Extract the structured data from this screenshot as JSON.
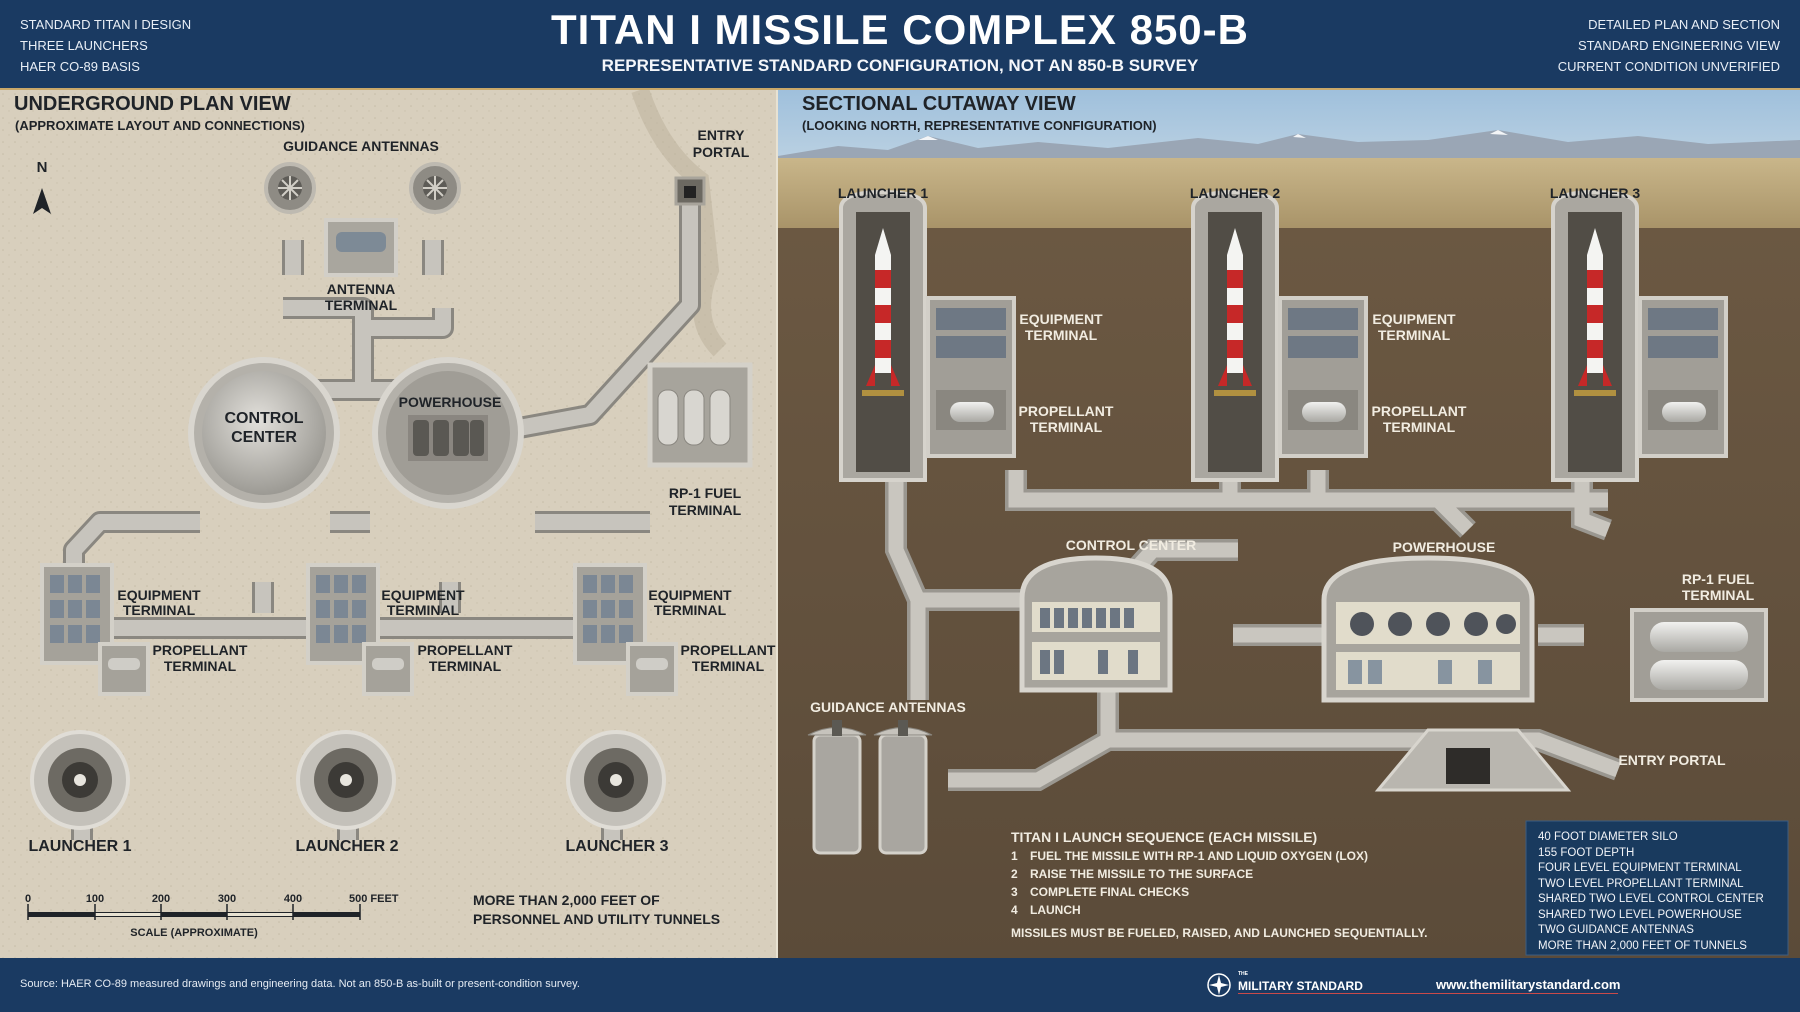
{
  "header": {
    "left_lines": [
      "STANDARD TITAN I DESIGN",
      "THREE LAUNCHERS",
      "HAER CO-89 BASIS"
    ],
    "title": "TITAN I MISSILE COMPLEX 850-B",
    "subtitle": "REPRESENTATIVE STANDARD CONFIGURATION, NOT AN 850-B SURVEY",
    "right_lines": [
      "DETAILED PLAN AND SECTION",
      "STANDARD ENGINEERING VIEW",
      "CURRENT CONDITION UNVERIFIED"
    ]
  },
  "plan": {
    "title": "UNDERGROUND PLAN VIEW",
    "subtitle": "(APPROXIMATE LAYOUT AND CONNECTIONS)",
    "north": "N",
    "labels": {
      "guidance_antennas": "GUIDANCE ANTENNAS",
      "entry_portal_1": "ENTRY",
      "entry_portal_2": "PORTAL",
      "antenna_terminal_1": "ANTENNA",
      "antenna_terminal_2": "TERMINAL",
      "control_center_1": "CONTROL",
      "control_center_2": "CENTER",
      "powerhouse": "POWERHOUSE",
      "rp1_1": "RP-1 FUEL",
      "rp1_2": "TERMINAL",
      "equipment_1": "EQUIPMENT",
      "equipment_2": "TERMINAL",
      "propellant_1": "PROPELLANT",
      "propellant_2": "TERMINAL",
      "launcher1": "LAUNCHER 1",
      "launcher2": "LAUNCHER 2",
      "launcher3": "LAUNCHER 3"
    },
    "scale": {
      "ticks": [
        "0",
        "100",
        "200",
        "300",
        "400",
        "500 FEET"
      ],
      "label": "SCALE (APPROXIMATE)"
    },
    "note_1": "MORE THAN 2,000 FEET OF",
    "note_2": "PERSONNEL AND UTILITY TUNNELS"
  },
  "section": {
    "title": "SECTIONAL CUTAWAY VIEW",
    "subtitle": "(LOOKING NORTH, REPRESENTATIVE CONFIGURATION)",
    "labels": {
      "launcher1": "LAUNCHER 1",
      "launcher2": "LAUNCHER 2",
      "launcher3": "LAUNCHER 3",
      "equipment_1": "EQUIPMENT",
      "equipment_2": "TERMINAL",
      "propellant_1": "PROPELLANT",
      "propellant_2": "TERMINAL",
      "control_center": "CONTROL CENTER",
      "powerhouse": "POWERHOUSE",
      "rp1_1": "RP-1 FUEL",
      "rp1_2": "TERMINAL",
      "guidance_antennas": "GUIDANCE ANTENNAS",
      "entry_portal": "ENTRY PORTAL"
    },
    "sequence": {
      "title": "TITAN I LAUNCH SEQUENCE (EACH MISSILE)",
      "steps": [
        {
          "n": "1",
          "text": "FUEL THE MISSILE WITH RP-1 AND LIQUID OXYGEN (LOX)"
        },
        {
          "n": "2",
          "text": "RAISE THE MISSILE TO THE SURFACE"
        },
        {
          "n": "3",
          "text": "COMPLETE FINAL CHECKS"
        },
        {
          "n": "4",
          "text": "LAUNCH"
        }
      ],
      "note": "MISSILES MUST BE FUELED, RAISED, AND LAUNCHED SEQUENTIALLY."
    },
    "facts": [
      "40 FOOT DIAMETER SILO",
      "155 FOOT DEPTH",
      "FOUR LEVEL EQUIPMENT TERMINAL",
      "TWO LEVEL PROPELLANT TERMINAL",
      "SHARED TWO LEVEL CONTROL CENTER",
      "SHARED TWO LEVEL POWERHOUSE",
      "TWO GUIDANCE ANTENNAS",
      "MORE THAN 2,000 FEET OF TUNNELS"
    ]
  },
  "footer": {
    "source": "Source: HAER CO-89 measured drawings and engineering data. Not an 850-B as-built or present-condition survey.",
    "brand_small": "THE",
    "brand": "MILITARY STANDARD",
    "url": "www.themilitarystandard.com"
  }
}
